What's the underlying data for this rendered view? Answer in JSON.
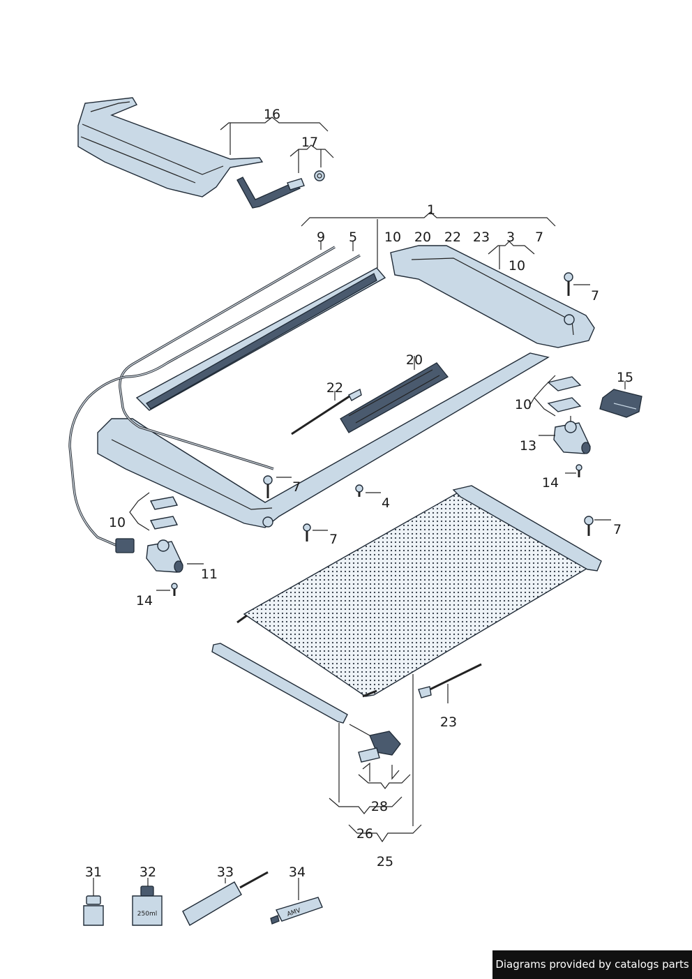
{
  "callouts": [
    {
      "id": "c16",
      "text": "16"
    },
    {
      "id": "c17",
      "text": "17"
    },
    {
      "id": "c1",
      "text": "1"
    },
    {
      "id": "c9",
      "text": "9"
    },
    {
      "id": "c5",
      "text": "5"
    },
    {
      "id": "c10a",
      "text": "10"
    },
    {
      "id": "c20a",
      "text": "20"
    },
    {
      "id": "c22a",
      "text": "22"
    },
    {
      "id": "c23a",
      "text": "23"
    },
    {
      "id": "c3",
      "text": "3"
    },
    {
      "id": "c7a",
      "text": "7"
    },
    {
      "id": "c10b",
      "text": "10"
    },
    {
      "id": "c7b",
      "text": "7"
    },
    {
      "id": "c20b",
      "text": "20"
    },
    {
      "id": "c22b",
      "text": "22"
    },
    {
      "id": "c15",
      "text": "15"
    },
    {
      "id": "c10c",
      "text": "10"
    },
    {
      "id": "c13",
      "text": "13"
    },
    {
      "id": "c14a",
      "text": "14"
    },
    {
      "id": "c7c",
      "text": "7"
    },
    {
      "id": "c4",
      "text": "4"
    },
    {
      "id": "c7d",
      "text": "7"
    },
    {
      "id": "c7e",
      "text": "7"
    },
    {
      "id": "c10d",
      "text": "10"
    },
    {
      "id": "c11",
      "text": "11"
    },
    {
      "id": "c14b",
      "text": "14"
    },
    {
      "id": "c23b",
      "text": "23"
    },
    {
      "id": "c28",
      "text": "28"
    },
    {
      "id": "c26",
      "text": "26"
    },
    {
      "id": "c25",
      "text": "25"
    },
    {
      "id": "c31",
      "text": "31"
    },
    {
      "id": "c32",
      "text": "32"
    },
    {
      "id": "c33",
      "text": "33"
    },
    {
      "id": "c34",
      "text": "34"
    }
  ],
  "consumables": {
    "can_label": "250ml",
    "tube_label": "AMV"
  },
  "credit": "Diagrams provided by catalogs parts"
}
